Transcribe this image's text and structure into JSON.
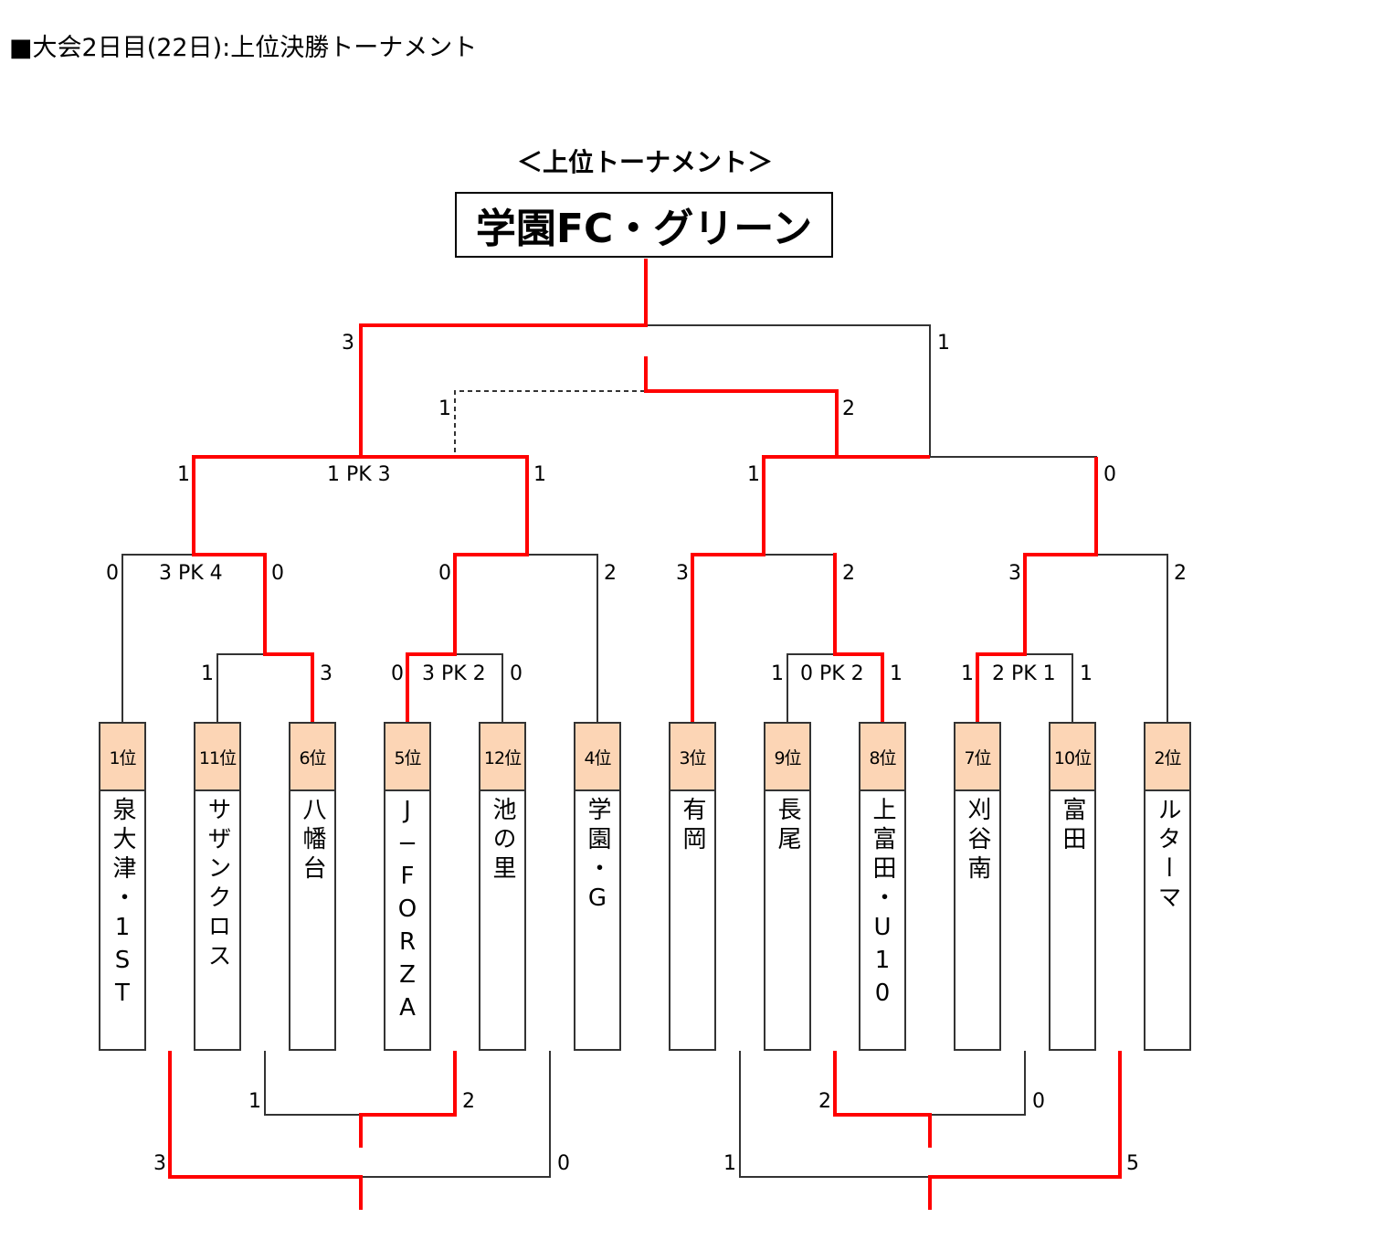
{
  "heading": "■大会2日目(22日):上位決勝トーナメント",
  "subtitle": "＜上位トーナメント＞",
  "champion": "学園FC・グリーン",
  "colors": {
    "winner_line": "#ff0000",
    "line": "#333333",
    "rank_fill": "#fcd5b5"
  },
  "teams": [
    {
      "rank": "1位",
      "name": "泉大津・1ST"
    },
    {
      "rank": "11位",
      "name": "サザンクロス"
    },
    {
      "rank": "6位",
      "name": "八幡台"
    },
    {
      "rank": "5位",
      "name": "J−FORZA"
    },
    {
      "rank": "12位",
      "name": "池の里"
    },
    {
      "rank": "4位",
      "name": "学園・G"
    },
    {
      "rank": "3位",
      "name": "有岡"
    },
    {
      "rank": "9位",
      "name": "長尾"
    },
    {
      "rank": "8位",
      "name": "上富田・U10"
    },
    {
      "rank": "7位",
      "name": "刈谷南"
    },
    {
      "rank": "10位",
      "name": "富田"
    },
    {
      "rank": "2位",
      "name": "ルターマ"
    }
  ],
  "scores": {
    "final_left": "3",
    "final_right": "1",
    "third_left": "1",
    "third_right": "2",
    "semi_l_left": "1",
    "semi_l_pk": "1 PK 3",
    "semi_l_right": "1",
    "semi_r_left": "1",
    "semi_r_right": "0",
    "qf1_left": "0",
    "qf1_pk": "3 PK 4",
    "qf1_right": "0",
    "qf2_left": "0",
    "qf2_right": "2",
    "qf3_left": "3",
    "qf3_right": "2",
    "qf4_left": "3",
    "qf4_right": "2",
    "r1a_left": "1",
    "r1a_right": "3",
    "r1b_left": "0",
    "r1b_pk": "3 PK 2",
    "r1b_right": "0",
    "r1c_left": "1",
    "r1c_pk": "0 PK 2",
    "r1c_right": "1",
    "r1d_left": "1",
    "r1d_pk": "2 PK 1",
    "r1d_right": "1",
    "bl_inner_left": "1",
    "bl_inner_right": "2",
    "bl_outer_left": "3",
    "bl_outer_right": "0",
    "br_inner_left": "2",
    "br_inner_right": "0",
    "br_outer_left": "1",
    "br_outer_right": "5"
  }
}
